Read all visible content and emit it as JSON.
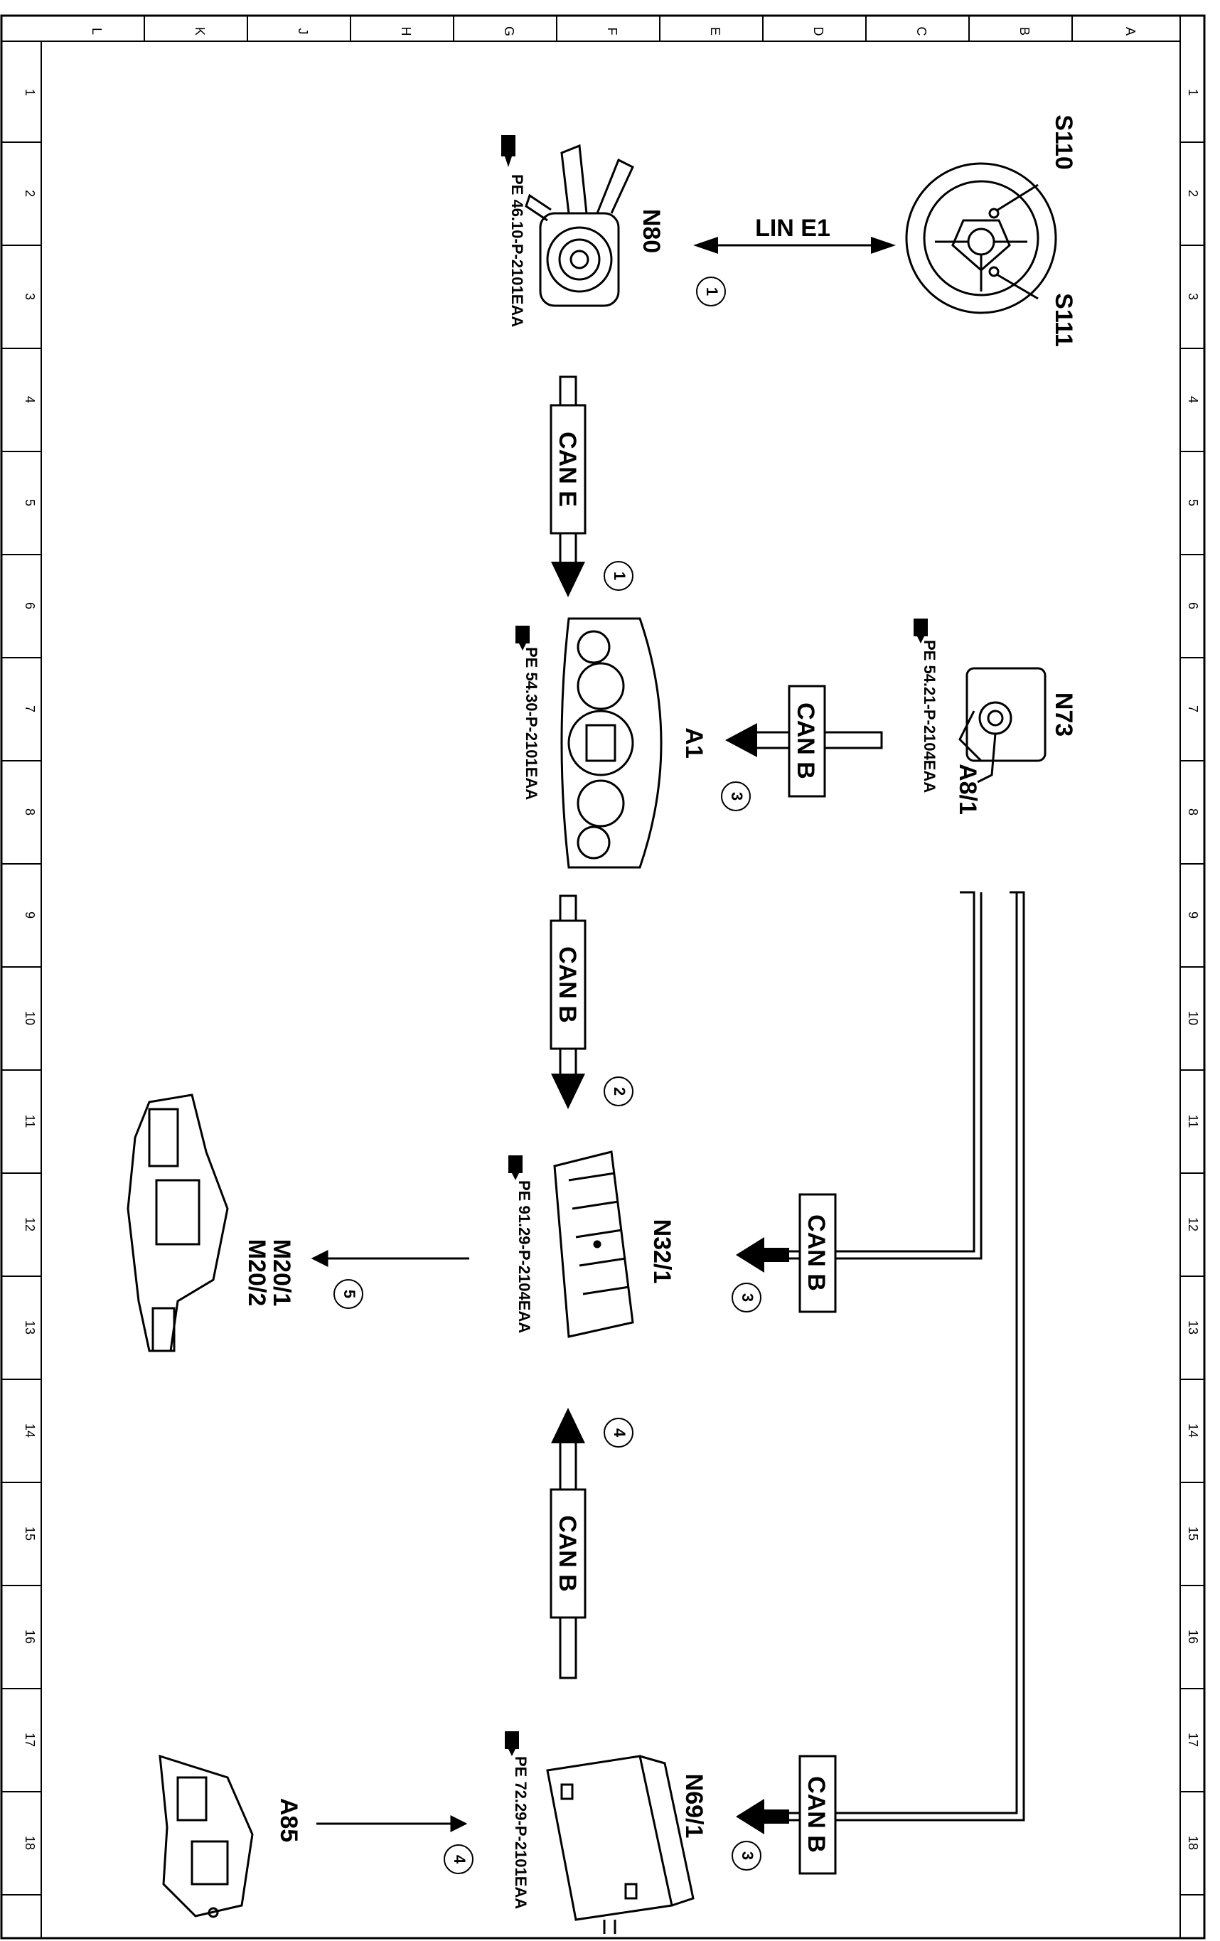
{
  "grid": {
    "letters": [
      "L",
      "K",
      "J",
      "H",
      "G",
      "F",
      "E",
      "D",
      "C",
      "B",
      "A"
    ],
    "rows": [
      "1",
      "2",
      "3",
      "4",
      "5",
      "6",
      "7",
      "8",
      "9",
      "10",
      "11",
      "12",
      "13",
      "14",
      "15",
      "16",
      "17",
      "18"
    ]
  },
  "components": {
    "s110": "S110",
    "s111": "S111",
    "n80": "N80",
    "n80_ref": "PE 46.10-P-2101EAA",
    "n73": "N73",
    "a8_1": "A8/1",
    "n73_ref": "PE 54.21-P-2104EAA",
    "a1": "A1",
    "a1_ref": "PE 54.30-P-2101EAA",
    "n32_1": "N32/1",
    "n32_1_ref": "PE 91.29-P-2104EAA",
    "m20": "M20/1",
    "m20_2": "M20/2",
    "n69_1": "N69/1",
    "n69_1_ref": "PE 72.29-P-2101EAA",
    "a85": "A85"
  },
  "buses": {
    "lin": "LIN E1",
    "can_e": "CAN E",
    "can_b_a1_in": "CAN B",
    "can_b_a1_out": "CAN B",
    "can_b_n32": "CAN B",
    "can_b_n69": "CAN B",
    "can_b_lower": "CAN B"
  },
  "steps": {
    "lin": "1",
    "can_e": "1",
    "a1_in": "3",
    "a1_out": "2",
    "n32_in": "3",
    "n69_up": "4",
    "m20": "5",
    "n69_in": "3",
    "a85": "4"
  }
}
